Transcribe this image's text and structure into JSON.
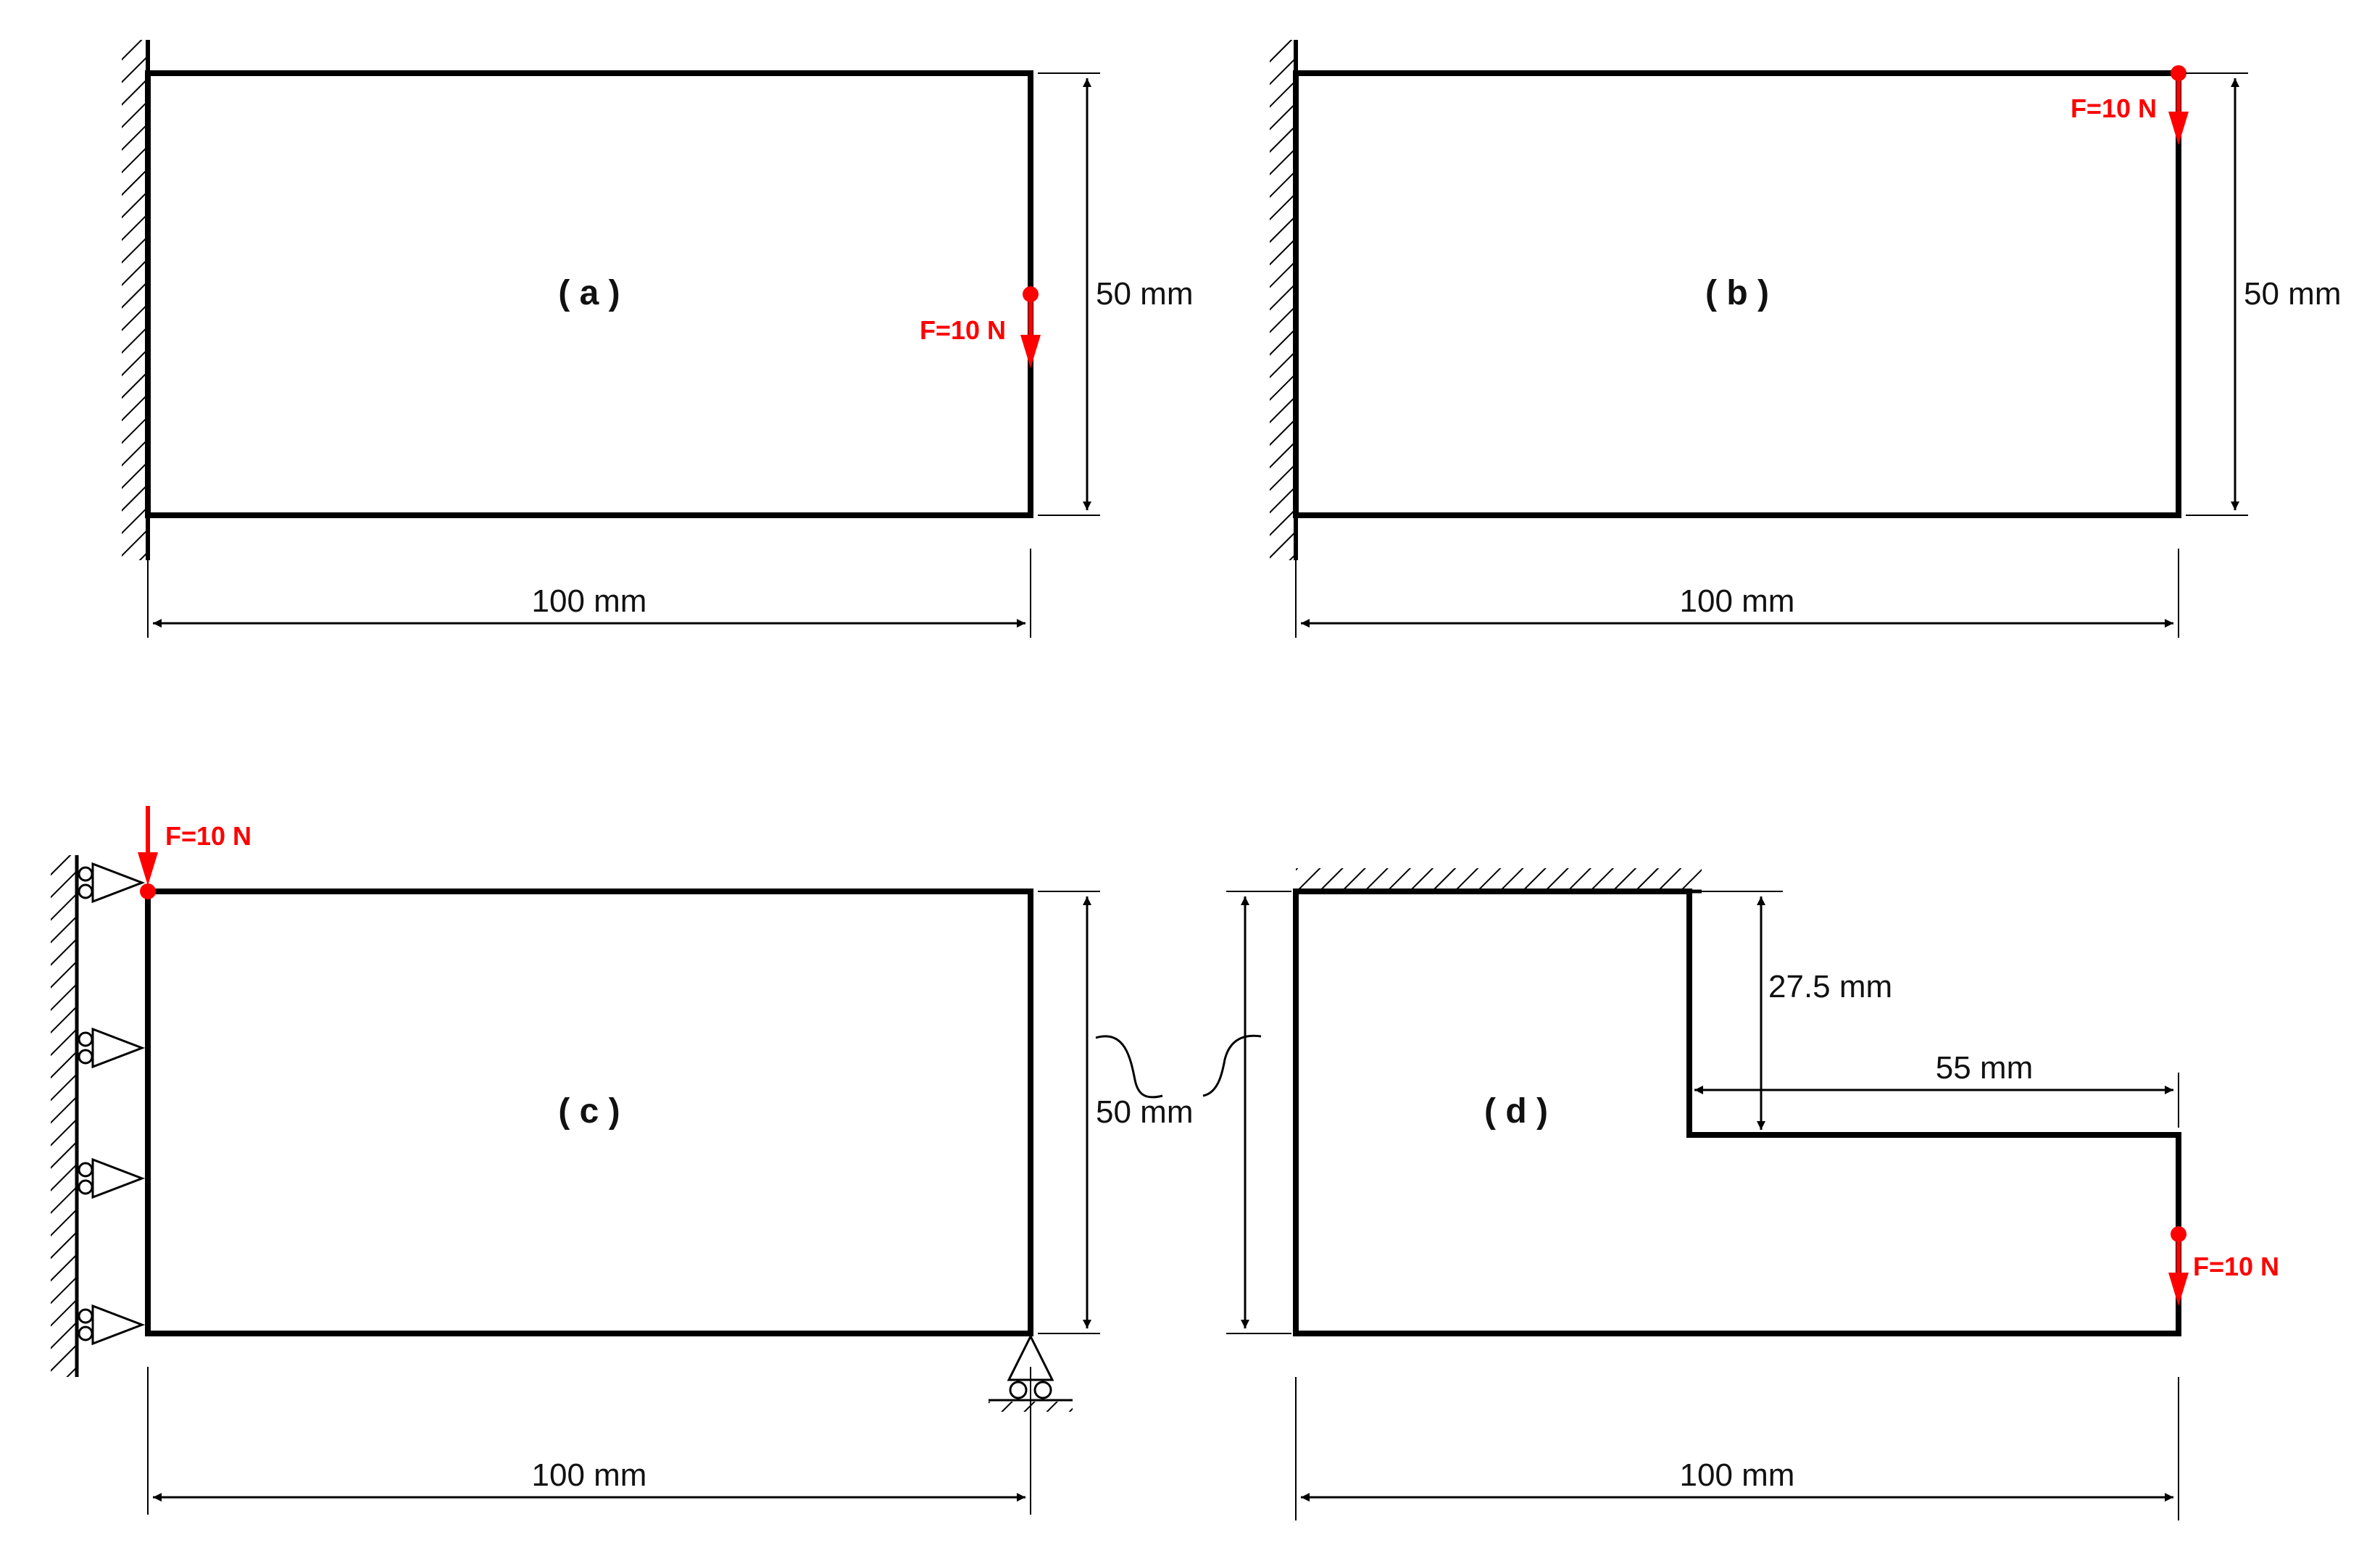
{
  "colors": {
    "ink": "#000000",
    "force": "#ff0000",
    "background": "#ffffff"
  },
  "panels": {
    "a": {
      "label": "( a )",
      "force_label": "F=10 N",
      "height_label": "50 mm",
      "width_label": "100 mm"
    },
    "b": {
      "label": "( b )",
      "force_label": "F=10 N",
      "height_label": "50 mm",
      "width_label": "100 mm"
    },
    "c": {
      "label": "( c )",
      "force_label": "F=10 N",
      "height_label": "50 mm",
      "width_label": "100 mm"
    },
    "d": {
      "label": "( d )",
      "force_label": "F=10 N",
      "notch_depth_label": "27.5 mm",
      "notch_width_label": "55 mm",
      "width_label": "100 mm"
    }
  }
}
